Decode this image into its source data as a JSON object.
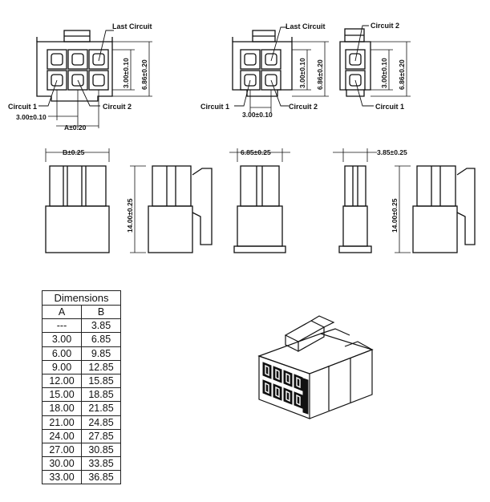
{
  "callouts": {
    "last_circuit": "Last Circuit",
    "circuit_1": "Circuit 1",
    "circuit_2": "Circuit 2"
  },
  "dimensions_labels": {
    "pitch": "3.00±0.10",
    "a_dim": "A±0.20",
    "b_dim": "B±0.25",
    "height_small": "3.00±0.10",
    "height_outer": "6.86±0.20",
    "width_2pos": "6.85±0.25",
    "width_1pos": "3.85±0.25",
    "total_height": "14.00±0.25"
  },
  "table": {
    "title": "Dimensions",
    "headers": [
      "A",
      "B"
    ],
    "rows": [
      [
        "---",
        "3.85"
      ],
      [
        "3.00",
        "6.85"
      ],
      [
        "6.00",
        "9.85"
      ],
      [
        "9.00",
        "12.85"
      ],
      [
        "12.00",
        "15.85"
      ],
      [
        "15.00",
        "18.85"
      ],
      [
        "18.00",
        "21.85"
      ],
      [
        "21.00",
        "24.85"
      ],
      [
        "24.00",
        "27.85"
      ],
      [
        "27.00",
        "30.85"
      ],
      [
        "30.00",
        "33.85"
      ],
      [
        "33.00",
        "36.85"
      ]
    ]
  }
}
